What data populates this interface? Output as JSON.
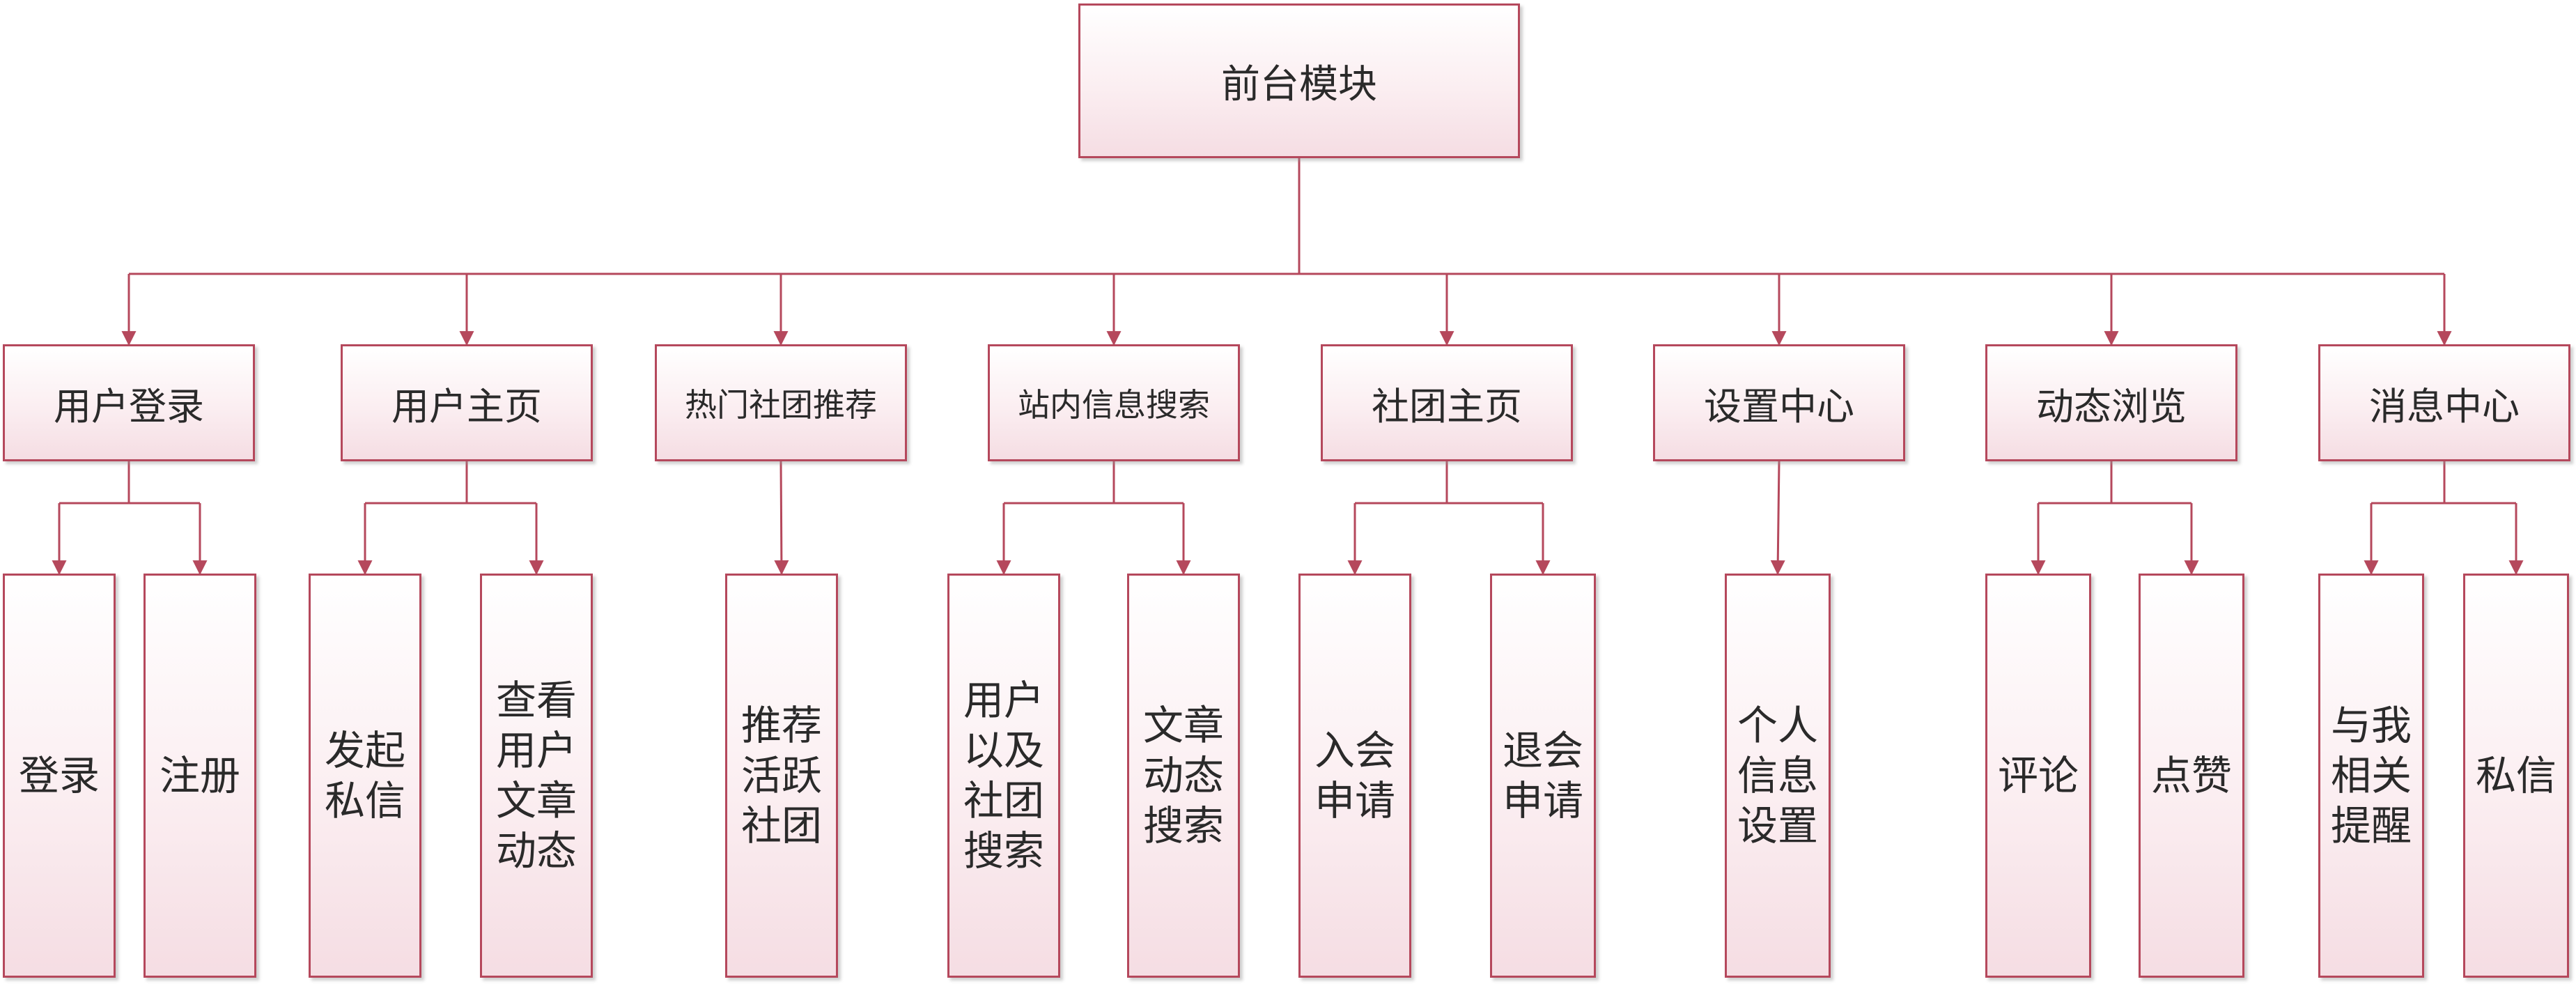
{
  "diagram": {
    "root": {
      "label": "前台模块"
    },
    "modules": [
      {
        "label": "用户登录",
        "children": [
          "登录",
          "注册"
        ]
      },
      {
        "label": "用户主页",
        "children": [
          "发起私信",
          "查看用户文章动态"
        ]
      },
      {
        "label": "热门社团推荐",
        "children": [
          "推荐活跃社团"
        ]
      },
      {
        "label": "站内信息搜索",
        "children": [
          "用户以及社团搜索",
          "文章动态搜索"
        ]
      },
      {
        "label": "社团主页",
        "children": [
          "入会申请",
          "退会申请"
        ]
      },
      {
        "label": "设置中心",
        "children": [
          "个人信息设置"
        ]
      },
      {
        "label": "动态浏览",
        "children": [
          "评论",
          "点赞"
        ]
      },
      {
        "label": "消息中心",
        "children": [
          "与我相关提醒",
          "私信"
        ]
      }
    ],
    "colors": {
      "border": "#b5485c",
      "line": "#b5485c",
      "fill_top": "#ffffff",
      "fill_bottom": "#f5dde3"
    }
  }
}
